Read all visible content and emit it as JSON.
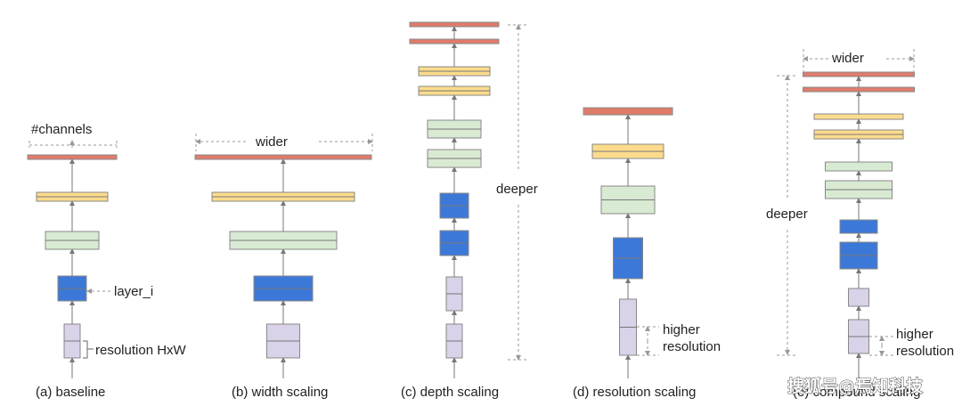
{
  "diagram": {
    "title": "Model scaling comparison",
    "colors": {
      "red": "#e07b6a",
      "yellow": "#fcdc8c",
      "green": "#d9ead3",
      "blue": "#3c78d8",
      "lavender": "#d9d2e9",
      "border": "#888888",
      "arrow": "#777777",
      "dashed": "#999999"
    },
    "panels": [
      {
        "id": "a",
        "caption": "(a) baseline",
        "annotations": {
          "channels": "#channels",
          "layer": "layer_i",
          "resolution": "resolution HxW"
        },
        "blocks": [
          "lavender",
          "blue",
          "green",
          "yellow",
          "red"
        ]
      },
      {
        "id": "b",
        "caption": "(b) width scaling",
        "annotations": {
          "wider": "wider"
        },
        "blocks": [
          "lavender",
          "blue",
          "green",
          "yellow",
          "red"
        ]
      },
      {
        "id": "c",
        "caption": "(c) depth scaling",
        "annotations": {
          "deeper": "deeper"
        },
        "blocks": [
          "lavender",
          "lavender",
          "blue",
          "blue",
          "green",
          "green",
          "yellow",
          "yellow",
          "red",
          "red"
        ]
      },
      {
        "id": "d",
        "caption": "(d) resolution scaling",
        "annotations": {
          "higher": "higher",
          "resolution": "resolution"
        },
        "blocks": [
          "lavender",
          "blue",
          "green",
          "yellow",
          "red"
        ]
      },
      {
        "id": "e",
        "caption": "(e) compound scaling",
        "annotations": {
          "wider": "wider",
          "deeper": "deeper",
          "higher": "higher",
          "resolution": "resolution"
        },
        "blocks": [
          "lavender",
          "lavender",
          "blue",
          "blue",
          "green",
          "green",
          "yellow",
          "yellow",
          "red",
          "red"
        ]
      }
    ],
    "watermark": "搜狐号@焉知科技"
  }
}
